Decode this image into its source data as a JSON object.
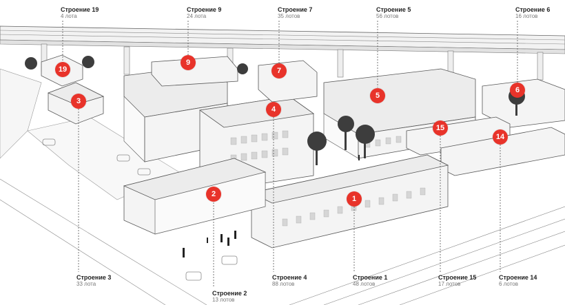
{
  "buildings": [
    {
      "id": "b19",
      "number": "19",
      "name": "Строение 19",
      "lots": "4 лота"
    },
    {
      "id": "b9",
      "number": "9",
      "name": "Строение 9",
      "lots": "24 лота"
    },
    {
      "id": "b7",
      "number": "7",
      "name": "Строение 7",
      "lots": "35 лотов"
    },
    {
      "id": "b5",
      "number": "5",
      "name": "Строение 5",
      "lots": "56 лотов"
    },
    {
      "id": "b6",
      "number": "6",
      "name": "Строение 6",
      "lots": "16 лотов"
    },
    {
      "id": "b3",
      "number": "3",
      "name": "Строение 3",
      "lots": "33 лота"
    },
    {
      "id": "b2",
      "number": "2",
      "name": "Строение 2",
      "lots": "13 лотов"
    },
    {
      "id": "b4",
      "number": "4",
      "name": "Строение 4",
      "lots": "88 лотов"
    },
    {
      "id": "b1",
      "number": "1",
      "name": "Строение 1",
      "lots": "48 лотов"
    },
    {
      "id": "b15",
      "number": "15",
      "name": "Строение 15",
      "lots": "17 лотов"
    },
    {
      "id": "b14",
      "number": "14",
      "name": "Строение 14",
      "lots": "6 лотов"
    }
  ],
  "colors": {
    "marker": "#e8332a",
    "line": "#555555",
    "background": "#ffffff"
  }
}
